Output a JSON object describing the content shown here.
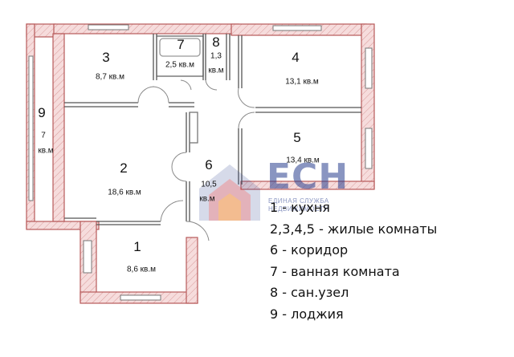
{
  "rooms": [
    {
      "number": "1",
      "area": "8,6 кв.м"
    },
    {
      "number": "2",
      "area": "18,6 кв.м"
    },
    {
      "number": "3",
      "area": "8,7 кв.м"
    },
    {
      "number": "4",
      "area": "13,1 кв.м"
    },
    {
      "number": "5",
      "area": "13,4 кв.м"
    },
    {
      "number": "6",
      "area_line1": "10,5",
      "area_line2": "кв.м"
    },
    {
      "number": "7",
      "area": "2,5 кв.м"
    },
    {
      "number": "8",
      "area_line1": "1,3",
      "area_line2": "кв.м"
    },
    {
      "number": "9",
      "area_line1": "7",
      "area_line2": "кв.м"
    }
  ],
  "legend": [
    "1 - кухня",
    "2,3,4,5 - жилые комнаты",
    "6 - коридор",
    "7 - ванная комната",
    "8 - сан.узел",
    "9 - лоджия"
  ],
  "logo": {
    "name": "ЕСН",
    "line1": "ЕДИНАЯ СЛУЖБА",
    "line2": "НЕДВИЖИМОСТИ"
  },
  "colors": {
    "wall_fill": "#f6dcdc",
    "wall_stroke": "#b85a5a",
    "logo_blue": "#2a3f8f",
    "logo_orange": "#f08a24",
    "logo_red": "#e23b3b"
  }
}
